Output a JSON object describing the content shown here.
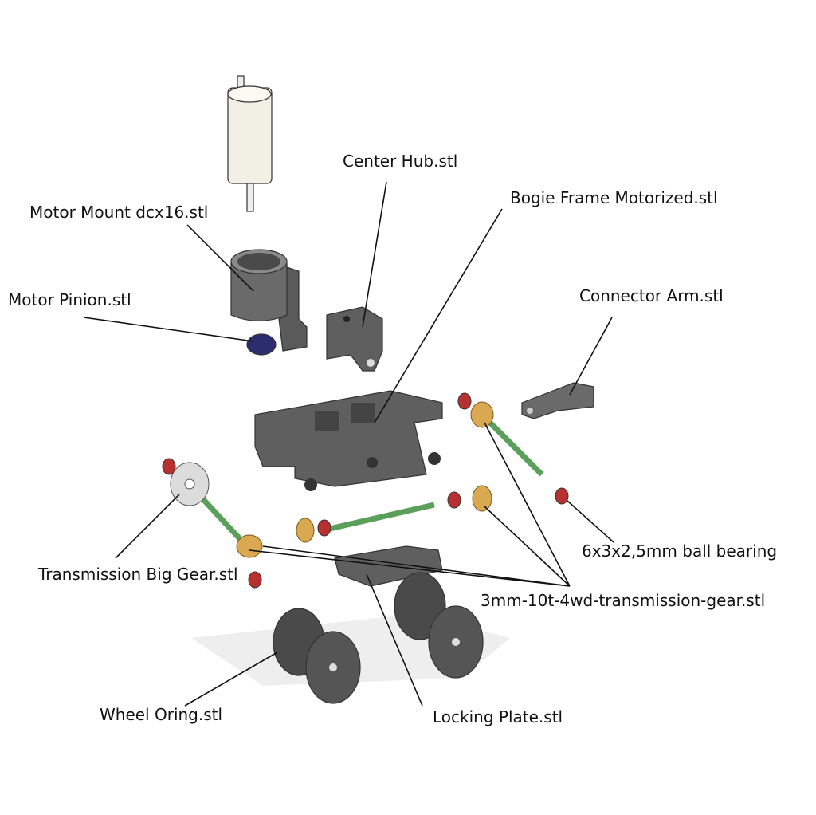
{
  "labels": {
    "motor_mount": "Motor Mount dcx16.stl",
    "motor_pinion": "Motor Pinion.stl",
    "center_hub": "Center Hub.stl",
    "bogie_frame": "Bogie Frame Motorized.stl",
    "connector_arm": "Connector Arm.stl",
    "ball_bearing": "6x3x2,5mm ball bearing",
    "transmission_gear": "3mm-10t-4wd-transmission-gear.stl",
    "transmission_big_gear": "Transmission Big Gear.stl",
    "wheel_oring": "Wheel Oring.stl",
    "locking_plate": "Locking Plate.stl"
  },
  "colors": {
    "frame": "#5f5f5f",
    "motor": "#f2f0e4",
    "pinion": "#2b2d6e",
    "gear_gold": "#d9a850",
    "axle": "#5aa05a",
    "bearing": "#b83030",
    "wheel": "#4a4a4a"
  }
}
